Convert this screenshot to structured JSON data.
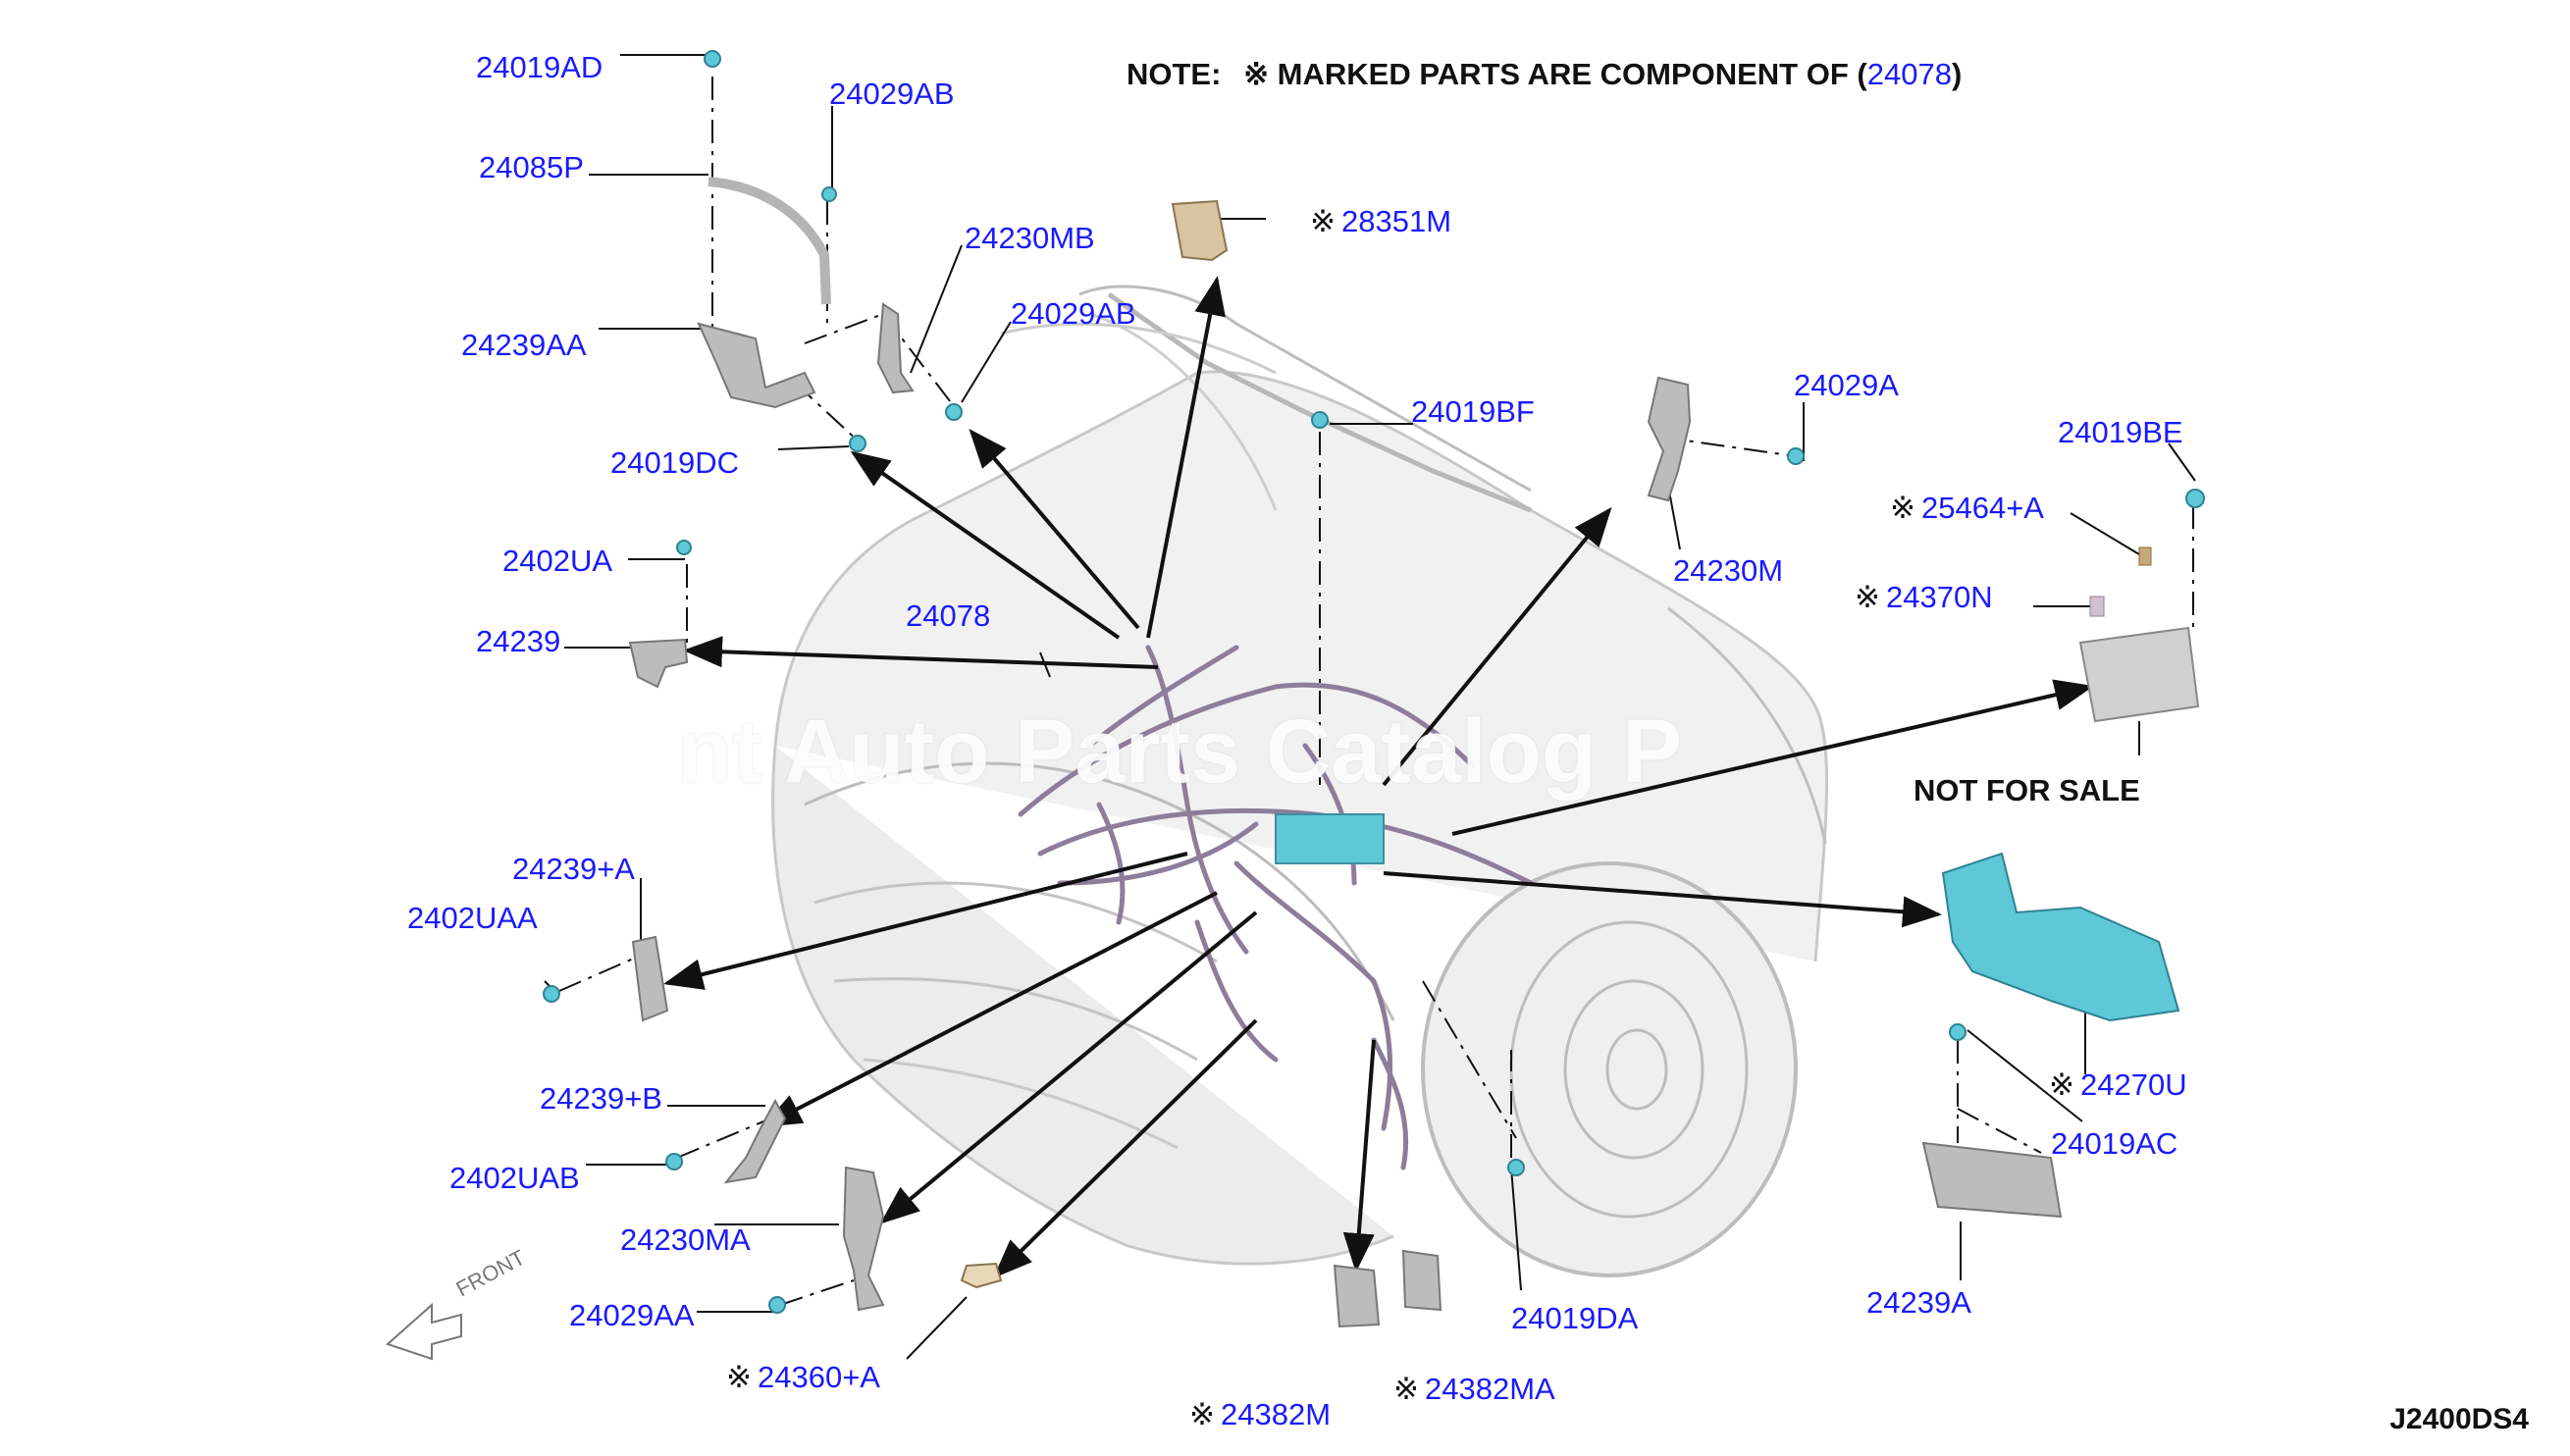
{
  "note": {
    "prefix": "NOTE:",
    "mark": "※",
    "text": "MARKED PARTS ARE COMPONENT OF (",
    "part": "24078",
    "suffix": ")"
  },
  "watermark": "nt Auto Parts Catalog P",
  "not_for_sale": "NOT FOR SALE",
  "diagram_code": "J2400DS4",
  "front_label": "FRONT",
  "colors": {
    "label": "#1a1aff",
    "part_teal": "#5ec8d8",
    "part_beige": "#d8c4a0",
    "line": "#111111"
  },
  "labels": {
    "l_24019AD": "24019AD",
    "l_24029AB_1": "24029AB",
    "l_24085P": "24085P",
    "l_24230MB": "24230MB",
    "l_24029AB_2": "24029AB",
    "l_24239AA": "24239AA",
    "l_24019DC": "24019DC",
    "l_2402UA": "2402UA",
    "l_24239": "24239",
    "l_24078": "24078",
    "l_24239_A": "24239+A",
    "l_2402UAA": "2402UAA",
    "l_24239_B": "24239+B",
    "l_2402UAB": "2402UAB",
    "l_24230MA": "24230MA",
    "l_24029AA": "24029AA",
    "l_24360_A": "24360+A",
    "l_24382M": "24382M",
    "l_24382MA": "24382MA",
    "l_24019DA": "24019DA",
    "l_28351M": "28351M",
    "l_24019BF": "24019BF",
    "l_24029A": "24029A",
    "l_24230M": "24230M",
    "l_24019BE": "24019BE",
    "l_25464_A": "25464+A",
    "l_24370N": "24370N",
    "l_24270U": "24270U",
    "l_24019AC": "24019AC",
    "l_24239A": "24239A"
  }
}
